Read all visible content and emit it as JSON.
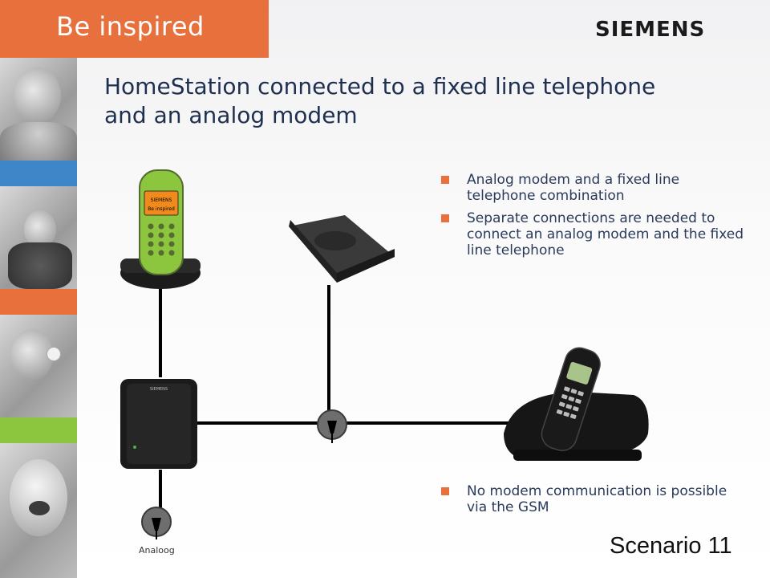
{
  "header": {
    "banner_text": "Be inspired",
    "brand": "SIEMENS",
    "banner_color": "#e8703d"
  },
  "title": {
    "line1": "HomeStation connected to a fixed line telephone",
    "line2": "and an analog modem"
  },
  "bullets_top": [
    "Analog modem and a fixed line telephone combination",
    "Separate connections are needed to connect an analog modem and the fixed line telephone"
  ],
  "bullets_bottom": [
    "No modem communication is possible via the GSM"
  ],
  "diagram": {
    "analog_label": "Analoog",
    "phone_screen_text": "SIEMENS",
    "phone_screen_sub": "Be inspired",
    "homestation_text": "SIEMENS"
  },
  "footer": {
    "scenario_label": "Scenario 11"
  }
}
